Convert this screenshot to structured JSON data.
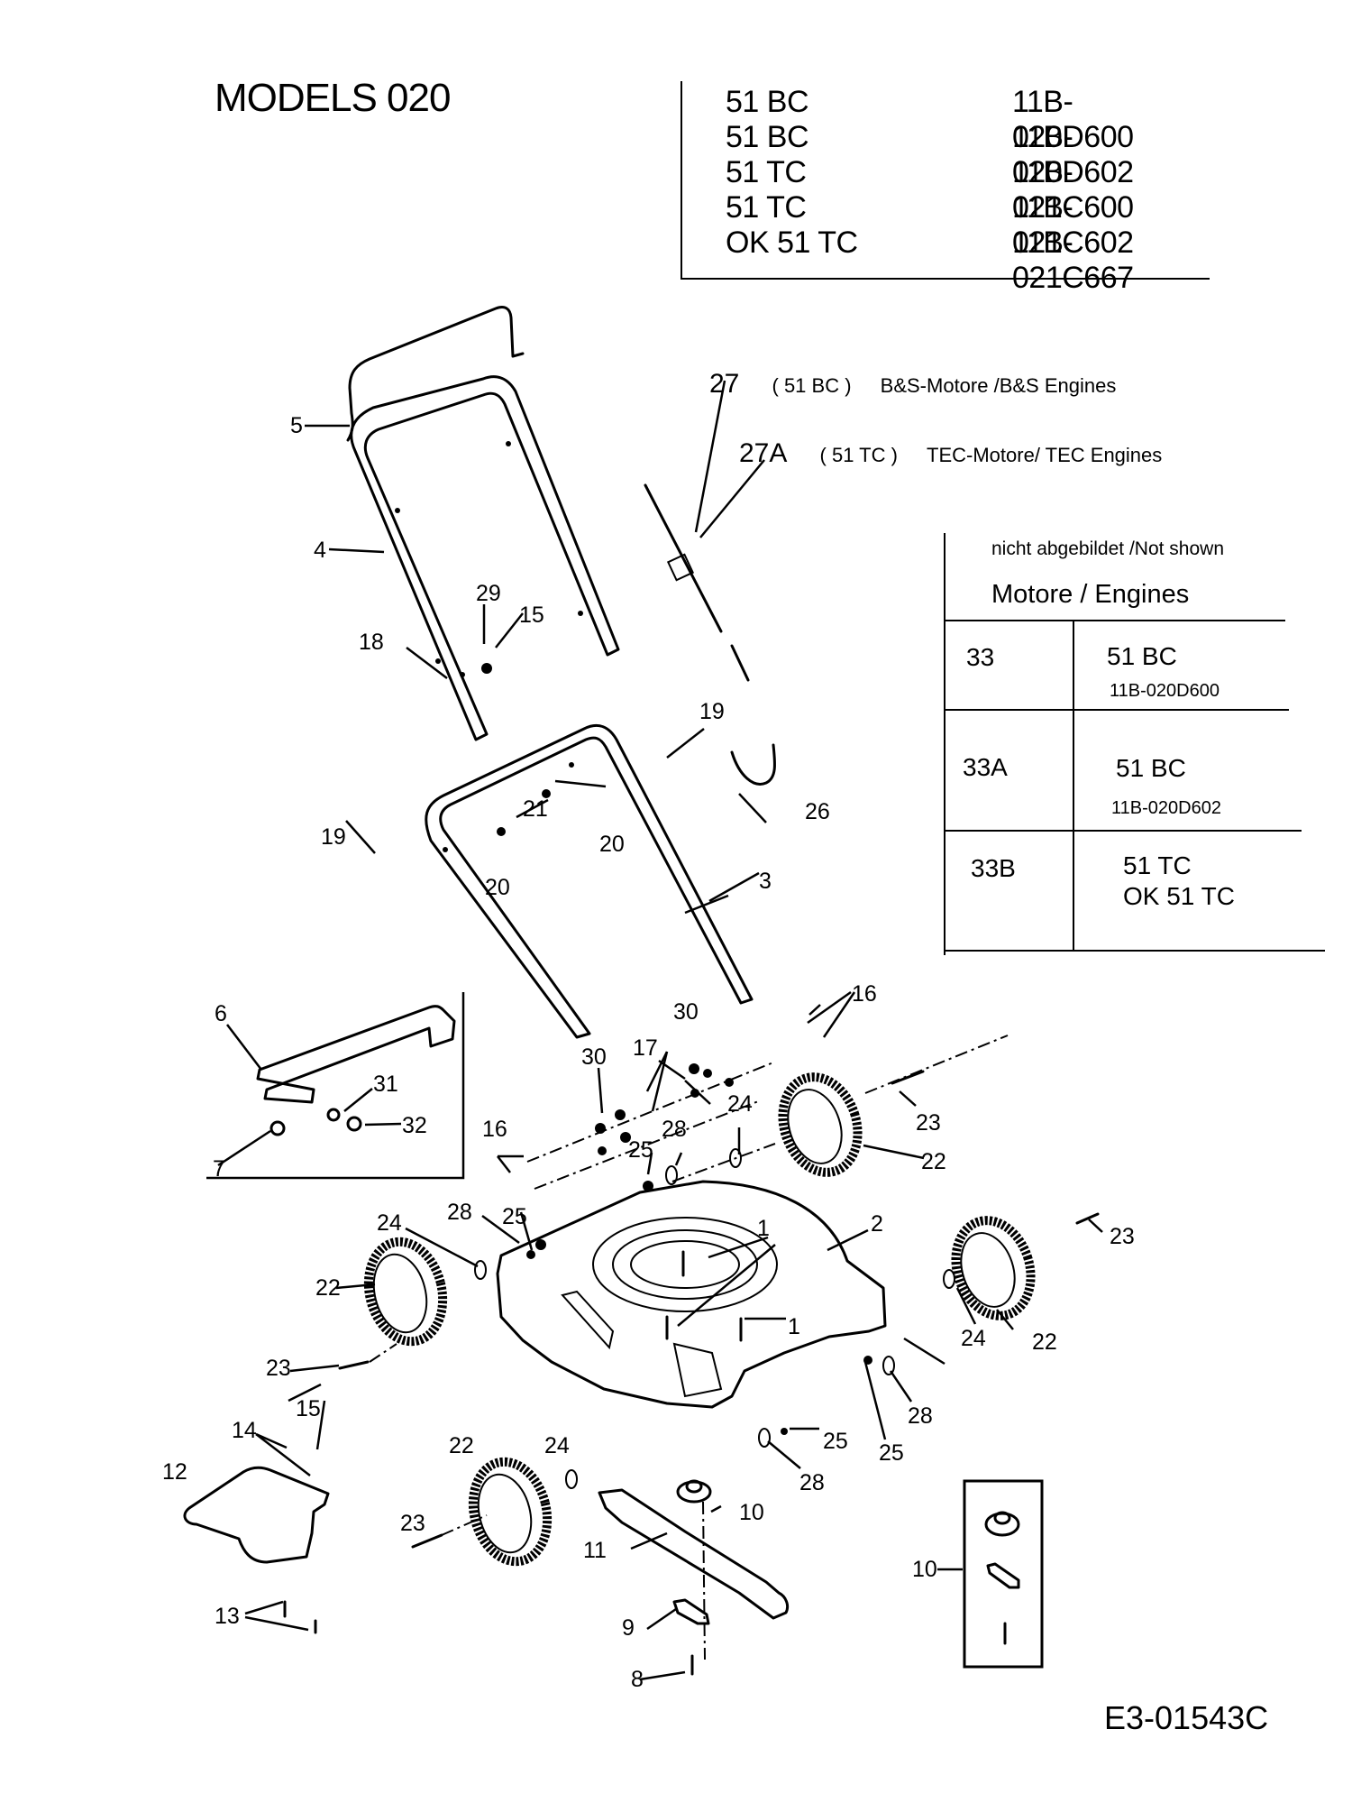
{
  "header": {
    "title": "MODELS 020",
    "models": [
      {
        "name": "51 BC",
        "number": "11B-020D600"
      },
      {
        "name": "51 BC",
        "number": "11B-020D602"
      },
      {
        "name": "51 TC",
        "number": "11B-021C600"
      },
      {
        "name": "51 TC",
        "number": "11B-021C602"
      },
      {
        "name": "OK 51 TC",
        "number": "11B-021C667"
      }
    ]
  },
  "engine_notes": [
    {
      "part": "27",
      "model": "( 51 BC )",
      "text": "B&S-Motore /B&S Engines"
    },
    {
      "part": "27A",
      "model": "( 51 TC )",
      "text": "TEC-Motore/ TEC Engines"
    }
  ],
  "not_shown": {
    "heading": "nicht abgebildet /Not shown",
    "title": "Motore / Engines",
    "rows": [
      {
        "code": "33",
        "model": "51 BC",
        "sub": "11B-020D600"
      },
      {
        "code": "33A",
        "model": "51 BC",
        "sub": "11B-020D602"
      },
      {
        "code": "33B",
        "model": "51 TC\nOK 51 TC",
        "model_line1": "51 TC",
        "model_line2": "OK 51 TC",
        "sub": ""
      }
    ]
  },
  "callouts": {
    "p1a": "1",
    "p1b": "1",
    "p2": "2",
    "p3": "3",
    "p4": "4",
    "p5": "5",
    "p6": "6",
    "p7": "7",
    "p8": "8",
    "p9": "9",
    "p10a": "10",
    "p10b": "10",
    "p11": "11",
    "p12": "12",
    "p13": "13",
    "p14": "14",
    "p15a": "15",
    "p15b": "15",
    "p16a": "16",
    "p16b": "16",
    "p17": "17",
    "p18": "18",
    "p19a": "19",
    "p19b": "19",
    "p20a": "20",
    "p20b": "20",
    "p21": "21",
    "p22a": "22",
    "p22b": "22",
    "p22c": "22",
    "p22d": "22",
    "p23a": "23",
    "p23b": "23",
    "p23c": "23",
    "p23d": "23",
    "p24a": "24",
    "p24b": "24",
    "p24c": "24",
    "p24d": "24",
    "p25a": "25",
    "p25b": "25",
    "p25c": "25",
    "p25d": "25",
    "p26": "26",
    "p27": "27",
    "p27a": "27A",
    "p28a": "28",
    "p28b": "28",
    "p28c": "28",
    "p28d": "28",
    "p29": "29",
    "p30a": "30",
    "p30b": "30",
    "p31": "31",
    "p32": "32"
  },
  "footer": {
    "drawing_number": "E3-01543C"
  }
}
